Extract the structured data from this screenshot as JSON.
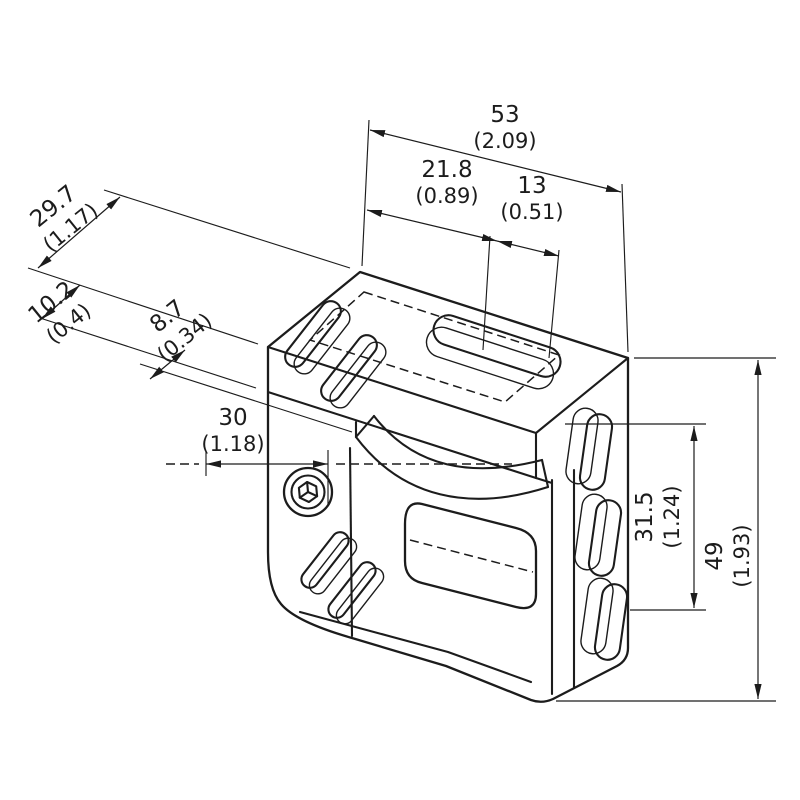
{
  "drawing": {
    "background": "#ffffff",
    "line_color": "#1c1c1c",
    "view": "isometric-dimensioned-part",
    "dimensions": {
      "d53": {
        "mm": "53",
        "inch": "(2.09)"
      },
      "d21_8": {
        "mm": "21.8",
        "inch": "(0.89)"
      },
      "d13": {
        "mm": "13",
        "inch": "(0.51)"
      },
      "d29_7": {
        "mm": "29.7",
        "inch": "(1.17)"
      },
      "d10_2": {
        "mm": "10.2",
        "inch": "(0.4)"
      },
      "d8_7": {
        "mm": "8.7",
        "inch": "(0.34)"
      },
      "d30": {
        "mm": "30",
        "inch": "(1.18)"
      },
      "d31_5": {
        "mm": "31.5",
        "inch": "(1.24)"
      },
      "d49": {
        "mm": "49",
        "inch": "(1.93)"
      }
    }
  }
}
